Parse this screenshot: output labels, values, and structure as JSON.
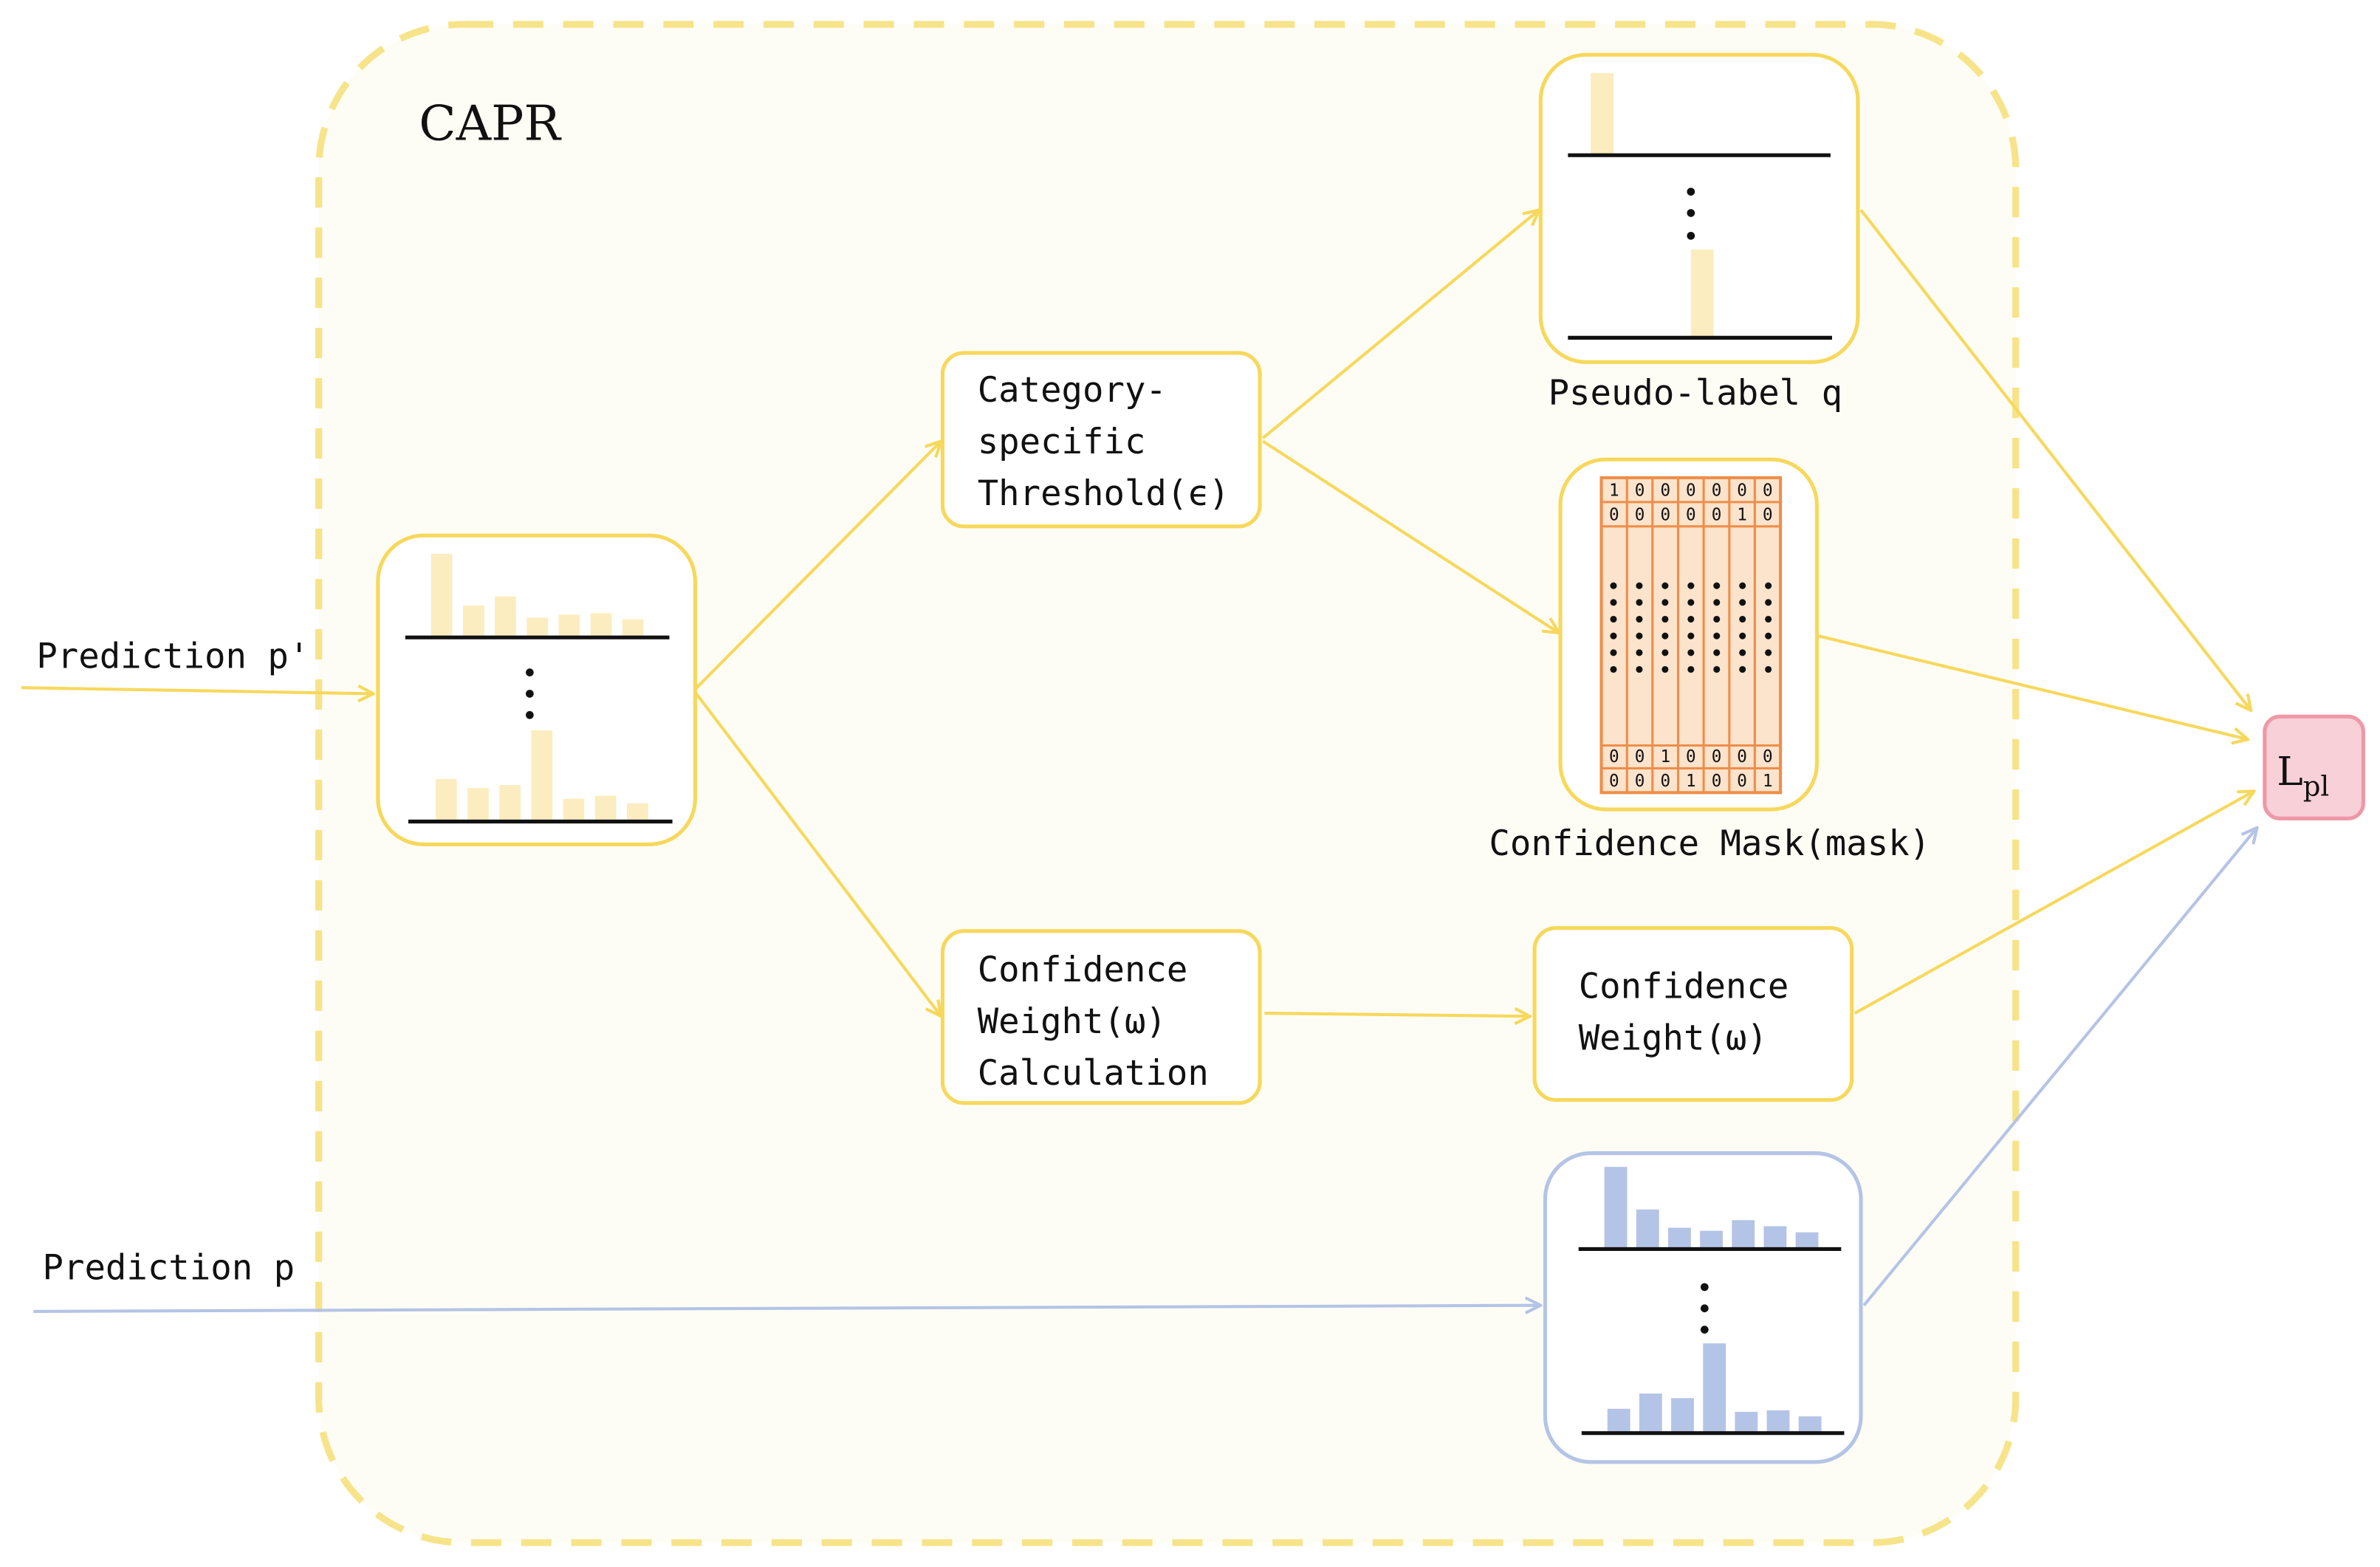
{
  "container": {
    "title": "CAPR"
  },
  "inputs": {
    "prediction_prime": "Prediction p'",
    "prediction": "Prediction p"
  },
  "boxes": {
    "threshold": {
      "lines": [
        "Category-",
        "specific",
        "Threshold(ϵ)"
      ]
    },
    "weight_calc": {
      "lines": [
        "Confidence",
        "Weight(ω)",
        "Calculation"
      ]
    },
    "weight": {
      "lines": [
        "Confidence",
        "Weight(ω)"
      ]
    }
  },
  "captions": {
    "pseudo_label": "Pseudo-label q",
    "confidence_mask": "Confidence Mask(mask)"
  },
  "loss": {
    "symbol": "L",
    "subscript": "pl"
  },
  "mask": {
    "top_rows": [
      [
        "1",
        "0",
        "0",
        "0",
        "0",
        "0",
        "0"
      ],
      [
        "0",
        "0",
        "0",
        "0",
        "0",
        "1",
        "0"
      ]
    ],
    "bottom_rows": [
      [
        "0",
        "0",
        "1",
        "0",
        "0",
        "0",
        "0"
      ],
      [
        "0",
        "0",
        "0",
        "1",
        "0",
        "0",
        "1"
      ]
    ]
  },
  "colors": {
    "yellow": "#f7d85c",
    "yellow_bar": "#fcedc0",
    "blue": "#b4c4e6",
    "blue_bar": "#b4c4e6",
    "orange": "#ee8e49",
    "orange_fill": "#fbe3cc",
    "container_fill": "#fefdf5",
    "loss_fill": "#f7d0d8",
    "loss_border": "#ee98a8"
  }
}
